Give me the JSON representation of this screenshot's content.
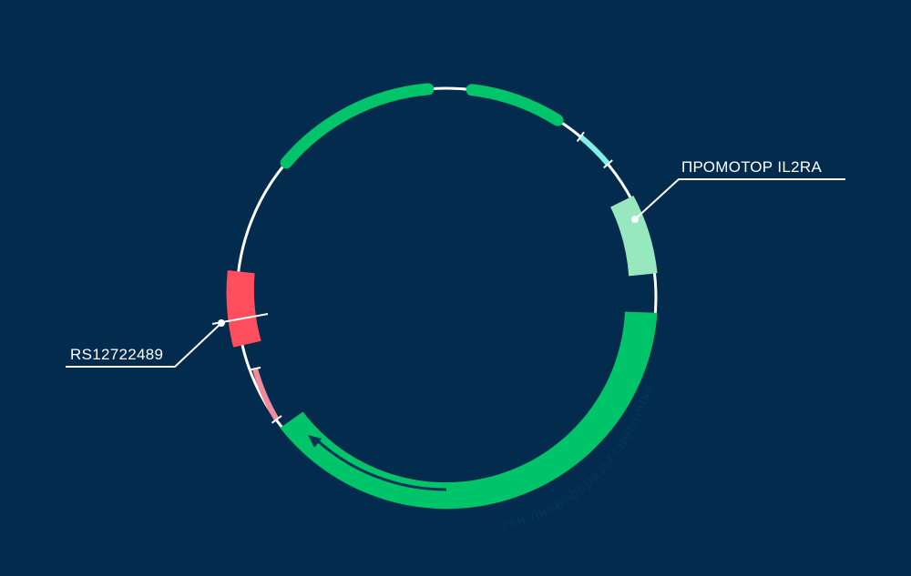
{
  "colors": {
    "background": "#022b4d",
    "backbone": "#ffffff",
    "green": "#00c46a",
    "promoter": "#98e8bf",
    "cyan": "#7ff0e8",
    "snp_region": "#ff4f5e",
    "pink": "#f08a9c",
    "label_text": "#ffffff",
    "gene_text": "#053257"
  },
  "labels": {
    "promoter": "ПРОМОТОР IL2RA",
    "snp": "RS12722489",
    "gene": "ген люциферазы светлячка"
  }
}
